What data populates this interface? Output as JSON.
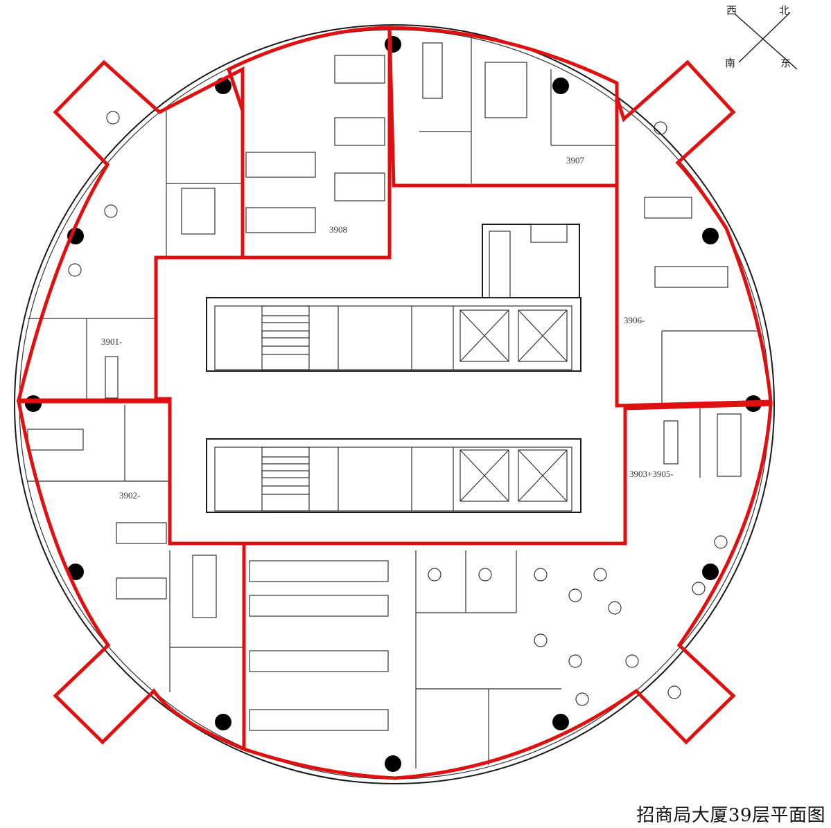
{
  "title": "招商局大厦39层平面图",
  "compass": {
    "north": "北",
    "south": "南",
    "east": "东",
    "west": "西"
  },
  "units": [
    "3901-",
    "3902-",
    "3903+3905-",
    "3906-",
    "3907",
    "3908"
  ],
  "colors": {
    "highlight": "#e01010",
    "line": "#1a1a1a",
    "column": "#000000"
  }
}
